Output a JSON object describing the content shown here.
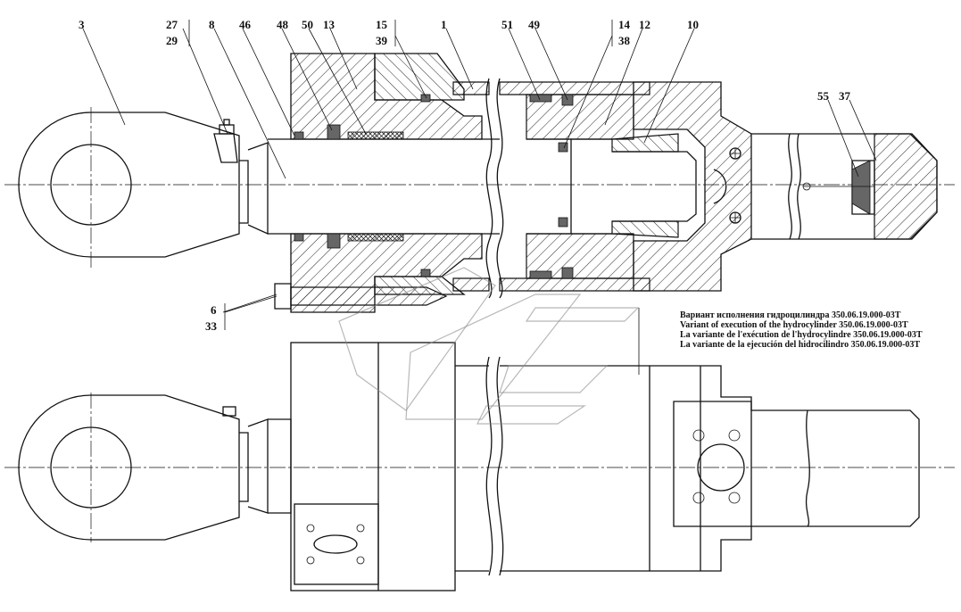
{
  "callouts": {
    "c3": "3",
    "c27": "27",
    "c29": "29",
    "c8": "8",
    "c46": "46",
    "c48": "48",
    "c50": "50",
    "c13": "13",
    "c15": "15",
    "c39": "39",
    "c1": "1",
    "c51": "51",
    "c49": "49",
    "c14": "14",
    "c38": "38",
    "c12": "12",
    "c10": "10",
    "c55": "55",
    "c37": "37",
    "c6": "6",
    "c33": "33"
  },
  "variant_note": [
    "Вариант исполнения гидроцилиндра 350.06.19.000-03Т",
    "Variant of execution of the hydrocylinder 350.06.19.000-03Т",
    "La variante de l'exécution de l'hydrocylindre 350.06.19.000-03Т",
    "La variante de la ejecución del hidrocilindro 350.06.19.000-03Т"
  ]
}
